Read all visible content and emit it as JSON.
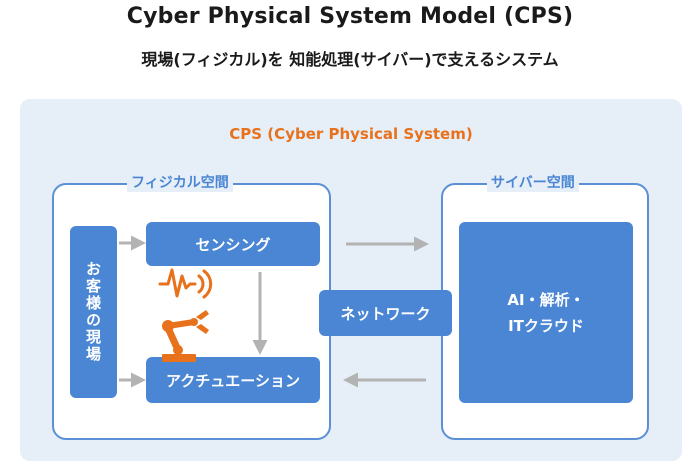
{
  "title": "Cyber Physical System Model (CPS)",
  "subtitle": "現場(フィジカル)を 知能処理(サイバー)で支えるシステム",
  "cps_label": "CPS (Cyber Physical System)",
  "physical_space": {
    "label": "フィジカル空間",
    "site_box": "お客様の現場",
    "sensing_box": "センシング",
    "actuation_box": "アクチュエーション",
    "icons": [
      "sensor-wave-icon",
      "robot-arm-icon"
    ]
  },
  "network_box": "ネットワーク",
  "cyber_space": {
    "label": "サイバー空間",
    "ai_box": "AI・解析・\nITクラウド"
  },
  "colors": {
    "background": "#e6eef7",
    "box_blue": "#4a86d4",
    "panel_border": "#5b8fd6",
    "accent_orange": "#e8711c",
    "arrow_gray": "#b3b3b3"
  }
}
